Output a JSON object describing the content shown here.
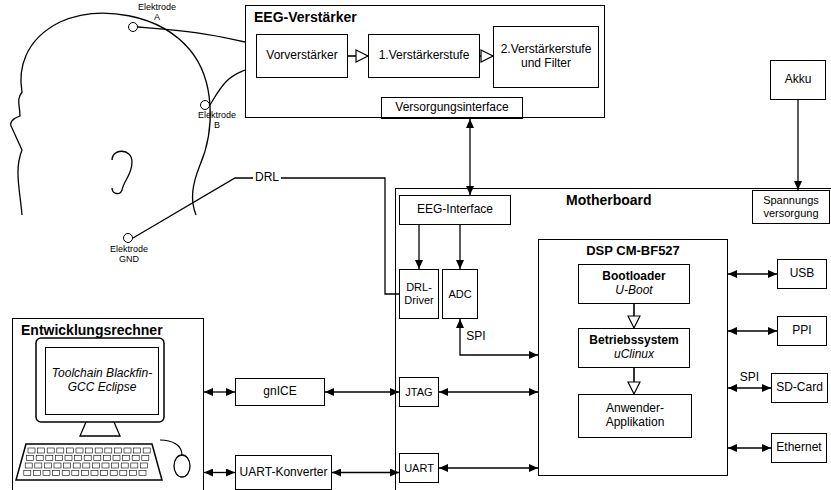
{
  "diagram": {
    "nodes": [
      {
        "text": [
          "Elektrode A"
        ]
      },
      {
        "text": [
          "Elektrode B"
        ]
      },
      {
        "text": [
          "Elektrode GND"
        ]
      },
      {
        "text": [
          "EEG-Verstärker"
        ]
      },
      {
        "text": [
          "Vorverstärker"
        ],
        "in": 3
      },
      {
        "text": [
          "1.Verstärkerstufe"
        ],
        "in": 3
      },
      {
        "text": [
          "2.Verstärkerstufe und Filter"
        ],
        "in": 3
      },
      {
        "text": [
          "Versorgungsinterface"
        ],
        "in": 3
      },
      {
        "text": [
          "Akku"
        ]
      },
      {
        "text": [
          "Motherboard"
        ]
      },
      {
        "text": [
          "Spannungs versorgung"
        ],
        "in": 9
      },
      {
        "text": [
          "EEG-Interface"
        ],
        "in": 9
      },
      {
        "text": [
          "DRL-Driver"
        ],
        "in": 9
      },
      {
        "text": [
          "ADC"
        ],
        "in": 9
      },
      {
        "text": [
          "DSP CM-BF527"
        ],
        "in": 9
      },
      {
        "text": [
          "Bootloader",
          "U-Boot"
        ],
        "in": 14
      },
      {
        "text": [
          "Betriebssystem",
          "uClinux"
        ],
        "in": 14
      },
      {
        "text": [
          "Anwender-Applikation"
        ],
        "in": 14
      },
      {
        "text": [
          "USB"
        ],
        "in": 9
      },
      {
        "text": [
          "PPI"
        ],
        "in": 9
      },
      {
        "text": [
          "SD-Card"
        ],
        "in": 9
      },
      {
        "text": [
          "Ethernet"
        ],
        "in": 9
      },
      {
        "text": [
          "JTAG"
        ],
        "in": 9
      },
      {
        "text": [
          "UART"
        ],
        "in": 9
      },
      {
        "text": [
          "Entwicklungsrechner"
        ]
      },
      {
        "text": [
          "Toolchain Blackfin-GCC Eclipse"
        ],
        "in": 24
      },
      {
        "text": [
          "gnICE"
        ]
      },
      {
        "text": [
          "UART-Konverter"
        ]
      }
    ],
    "edges": [
      {
        "from": 0,
        "to": 3,
        "arrow": "none"
      },
      {
        "from": 1,
        "to": 3,
        "arrow": "none"
      },
      {
        "from": 2,
        "to": 12,
        "label": "DRL",
        "arrow": "none"
      },
      {
        "from": 4,
        "to": 5,
        "arrow": "to"
      },
      {
        "from": 5,
        "to": 6,
        "arrow": "to"
      },
      {
        "from": 7,
        "to": 11,
        "arrow": "both"
      },
      {
        "from": 11,
        "to": 12,
        "arrow": "to"
      },
      {
        "from": 11,
        "to": 13,
        "arrow": "to"
      },
      {
        "from": 13,
        "to": 14,
        "label": "SPI",
        "arrow": "both"
      },
      {
        "from": 14,
        "to": 18,
        "arrow": "both"
      },
      {
        "from": 14,
        "to": 19,
        "arrow": "both"
      },
      {
        "from": 14,
        "to": 20,
        "label": "SPI",
        "arrow": "both"
      },
      {
        "from": 14,
        "to": 21,
        "arrow": "both"
      },
      {
        "from": 22,
        "to": 14,
        "arrow": "both"
      },
      {
        "from": 23,
        "to": 14,
        "arrow": "both"
      },
      {
        "from": 15,
        "to": 16,
        "arrow": "to"
      },
      {
        "from": 16,
        "to": 17,
        "arrow": "to"
      },
      {
        "from": 8,
        "to": 10,
        "arrow": "to"
      },
      {
        "from": 24,
        "to": 26,
        "arrow": "both"
      },
      {
        "from": 26,
        "to": 22,
        "arrow": "both"
      },
      {
        "from": 24,
        "to": 27,
        "arrow": "both"
      },
      {
        "from": 27,
        "to": 23,
        "arrow": "both"
      }
    ]
  }
}
